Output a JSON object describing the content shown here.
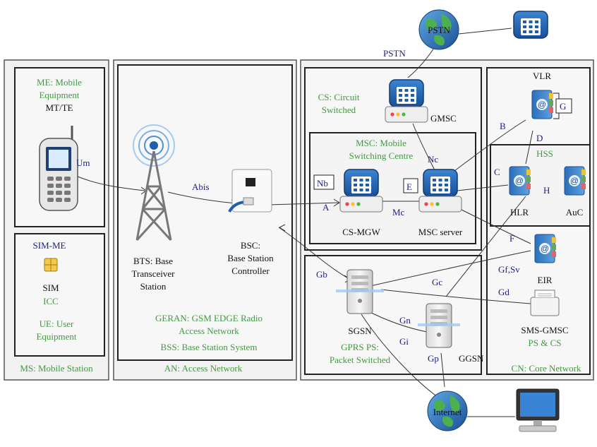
{
  "ms": {
    "me_line1": "ME: Mobile",
    "me_line2": "Equipment",
    "mt_te": "MT/TE",
    "sim_me": "SIM-ME",
    "sim": "SIM",
    "icc": "ICC",
    "ue_line1": "UE: User",
    "ue_line2": "Equipment",
    "footer": "MS: Mobile Station"
  },
  "an": {
    "bts_line1": "BTS: Base",
    "bts_line2": "Transceiver",
    "bts_line3": "Station",
    "bsc_line1": "BSC:",
    "bsc_line2": "Base Station",
    "bsc_line3": "Controller",
    "geran_line1": "GERAN: GSM EDGE Radio",
    "geran_line2": "Access Network",
    "bss": "BSS: Base Station System",
    "footer": "AN: Access Network"
  },
  "cs": {
    "cs_line1": "CS: Circuit",
    "cs_line2": "Switched",
    "gmsc": "GMSC",
    "msc_line1": "MSC: Mobile",
    "msc_line2": "Switching Centre",
    "csmgw": "CS-MGW",
    "msc_server": "MSC server"
  },
  "ps": {
    "sgsn": "SGSN",
    "ggsn": "GGSN",
    "gprs_line1": "GPRS PS:",
    "gprs_line2": "Packet Switched"
  },
  "cn": {
    "vlr": "VLR",
    "hss": "HSS",
    "hlr": "HLR",
    "auc": "AuC",
    "eir": "EIR",
    "sms_gmsc": "SMS-GMSC",
    "ps_cs": "PS & CS",
    "footer": "CN: Core Network"
  },
  "clouds": {
    "pstn_globe": "PSTN",
    "pstn_label": "PSTN",
    "internet": "Internet"
  },
  "interfaces": {
    "um": "Um",
    "abis": "Abis",
    "a": "A",
    "nb": "Nb",
    "nc": "Nc",
    "mc": "Mc",
    "e": "E",
    "b": "B",
    "c": "C",
    "d": "D",
    "g": "G",
    "h": "H",
    "f": "F",
    "gf_sv": "Gf,Sv",
    "gd": "Gd",
    "gb": "Gb",
    "gc": "Gc",
    "gn": "Gn",
    "gi": "Gi",
    "gp": "Gp"
  },
  "colors": {
    "green_text": "#3f9b3f",
    "interface_text": "#1d1d8a",
    "phone_blue": "#1f5fa8",
    "panel_bg": "#f2f2f2"
  }
}
